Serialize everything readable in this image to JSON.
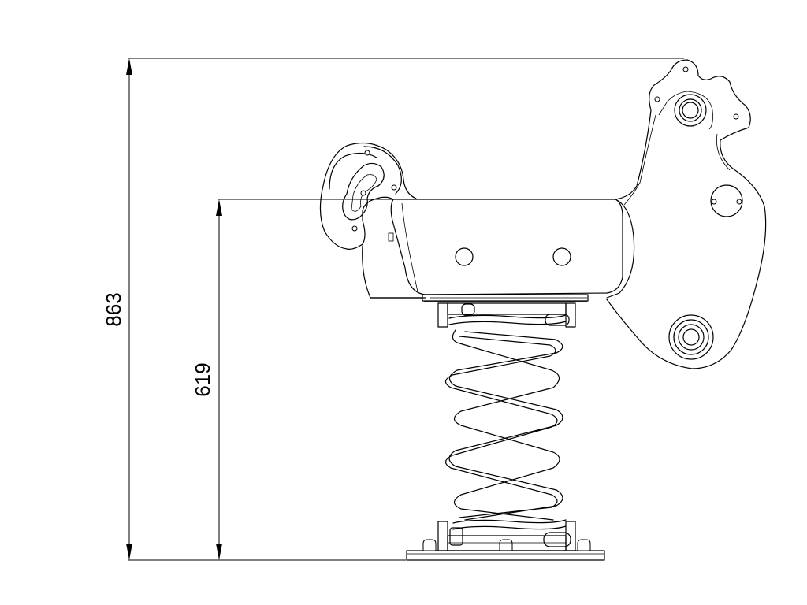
{
  "drawing": {
    "dimensions": [
      {
        "name": "overall-height",
        "value": "863"
      },
      {
        "name": "seat-height",
        "value": "619"
      }
    ]
  }
}
